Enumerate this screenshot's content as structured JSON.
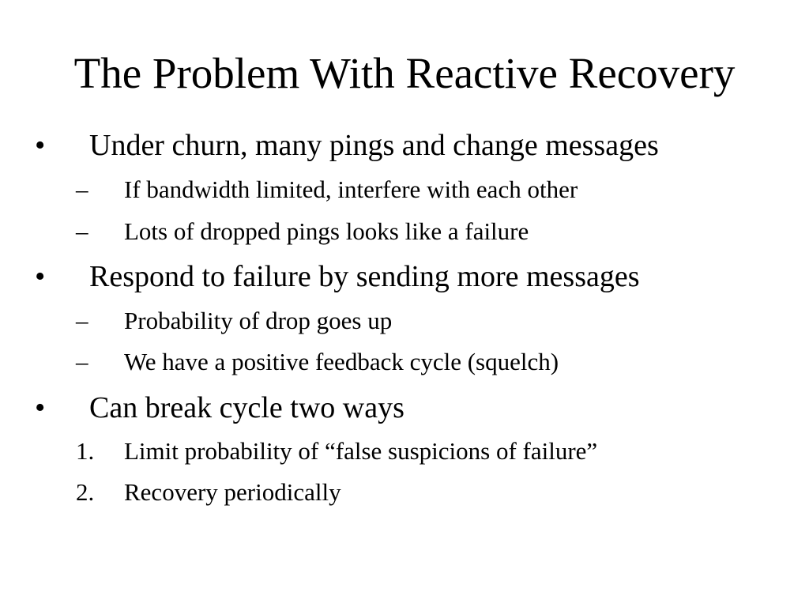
{
  "slide": {
    "title": "The Problem With Reactive Recovery",
    "bullets": [
      {
        "marker": "•",
        "text": "Under churn, many pings and change messages",
        "subitems": [
          {
            "marker": "–",
            "text": "If bandwidth limited, interfere with each other"
          },
          {
            "marker": "–",
            "text": "Lots of dropped pings looks like a failure"
          }
        ]
      },
      {
        "marker": "•",
        "text": "Respond to failure by sending more messages",
        "subitems": [
          {
            "marker": "–",
            "text": "Probability of drop goes up"
          },
          {
            "marker": "–",
            "text": "We have a positive feedback cycle (squelch)"
          }
        ]
      },
      {
        "marker": "•",
        "text": "Can break cycle two ways",
        "subitems": [
          {
            "marker": "1.",
            "text": "Limit probability of “false suspicions of failure”"
          },
          {
            "marker": "2.",
            "text": "Recovery periodically"
          }
        ]
      }
    ]
  }
}
